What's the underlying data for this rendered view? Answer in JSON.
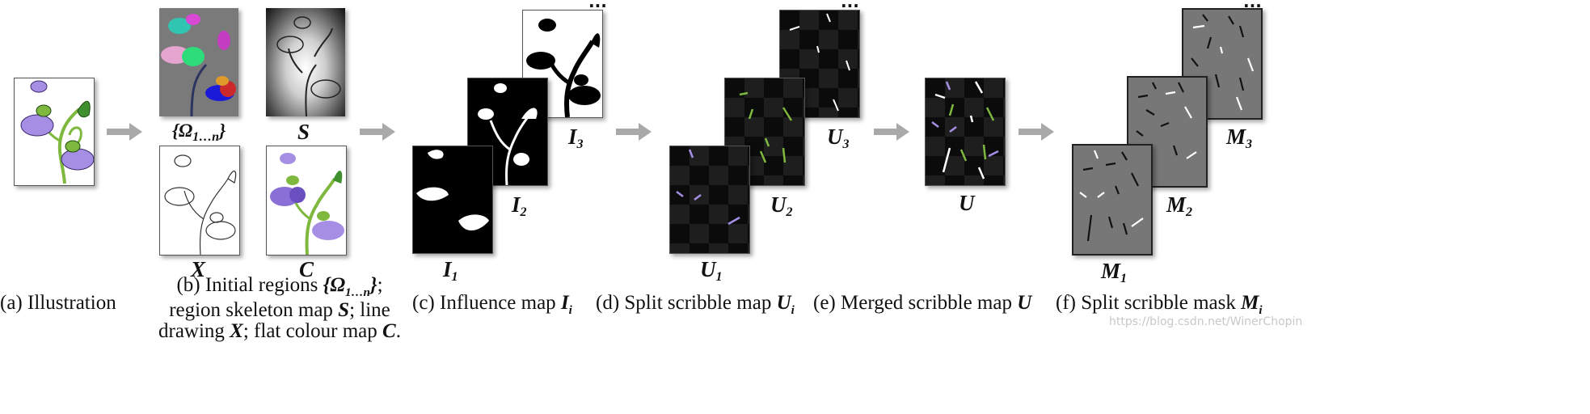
{
  "colors": {
    "arrow": "#a9a9a9",
    "purple": "#a58ee3",
    "green": "#7fb83e",
    "dark_green": "#3f7f1f",
    "checker_dark": "#0b0b0b",
    "checker_light": "#1e1e1e",
    "mask_gray": "#777777"
  },
  "icons": [
    "arrow-right-icon",
    "ellipsis-icon"
  ],
  "labels": {
    "omega": {
      "main": "{Ω",
      "sub": "1…n",
      "close": "}"
    },
    "S": "S",
    "X": "X",
    "C": "C",
    "I1": {
      "main": "I",
      "sub": "1"
    },
    "I2": {
      "main": "I",
      "sub": "2"
    },
    "I3": {
      "main": "I",
      "sub": "3"
    },
    "U1": {
      "main": "U",
      "sub": "1"
    },
    "U2": {
      "main": "U",
      "sub": "2"
    },
    "U3": {
      "main": "U",
      "sub": "3"
    },
    "U": "U",
    "M1": {
      "main": "M",
      "sub": "1"
    },
    "M2": {
      "main": "M",
      "sub": "2"
    },
    "M3": {
      "main": "M",
      "sub": "3"
    },
    "dots": "..."
  },
  "captions": {
    "a": "(a) Illustration",
    "b": {
      "line1_prefix": "(b) Initial regions ",
      "line1_sym": "{Ω",
      "line1_sub": "1…n",
      "line1_close": "}",
      "line1_suffix": ";",
      "line2_prefix": "region skeleton map ",
      "line2_sym": "S",
      "line2_suffix": "; line",
      "line3_prefix": "drawing  ",
      "line3_sym1": "X",
      "line3_mid": "; flat colour map ",
      "line3_sym2": "C",
      "line3_suffix": "."
    },
    "c": {
      "prefix": "(c) Influence map ",
      "sym": "I",
      "sub": "i"
    },
    "d": {
      "prefix": "(d) Split scribble map ",
      "sym": "U",
      "sub": "i"
    },
    "e": {
      "prefix": "(e) Merged scribble map ",
      "sym": "U"
    },
    "f": {
      "prefix": "(f) Split scribble mask ",
      "sym": "M",
      "sub": "i"
    }
  },
  "watermark": "https://blog.csdn.net/WinerChopin"
}
